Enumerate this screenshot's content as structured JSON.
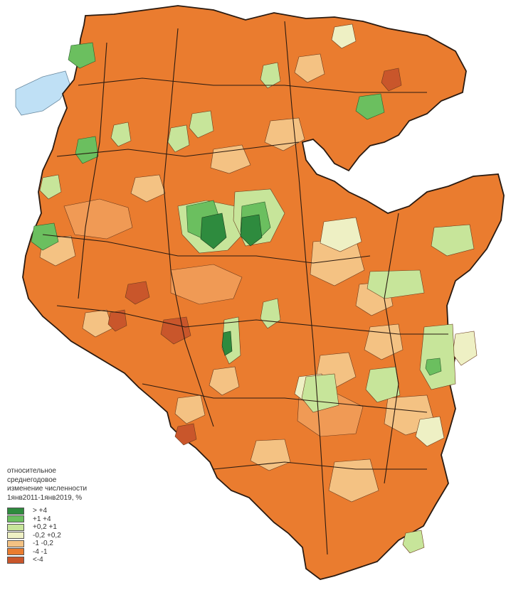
{
  "legend": {
    "title_lines": [
      "относительное",
      "среднегодовое",
      "изменение численности",
      "1янв2011-1янв2019, %"
    ],
    "items": [
      {
        "label": "> +4",
        "color": "#2e8b3e"
      },
      {
        "label": "+1 +4",
        "color": "#6bbf5f"
      },
      {
        "label": "+0,2 +1",
        "color": "#c7e59a"
      },
      {
        "label": "-0,2 +0,2",
        "color": "#eef0c4"
      },
      {
        "label": "-1 -0,2",
        "color": "#f4c283"
      },
      {
        "label": "-4 -1",
        "color": "#ea7c2f"
      },
      {
        "label": "<-4",
        "color": "#c9562b"
      }
    ]
  },
  "colors": {
    "boundary": "#2a1a10",
    "internal_boundary": "#6a3a1c",
    "water": "#bfe0f5",
    "background": "#ffffff"
  }
}
